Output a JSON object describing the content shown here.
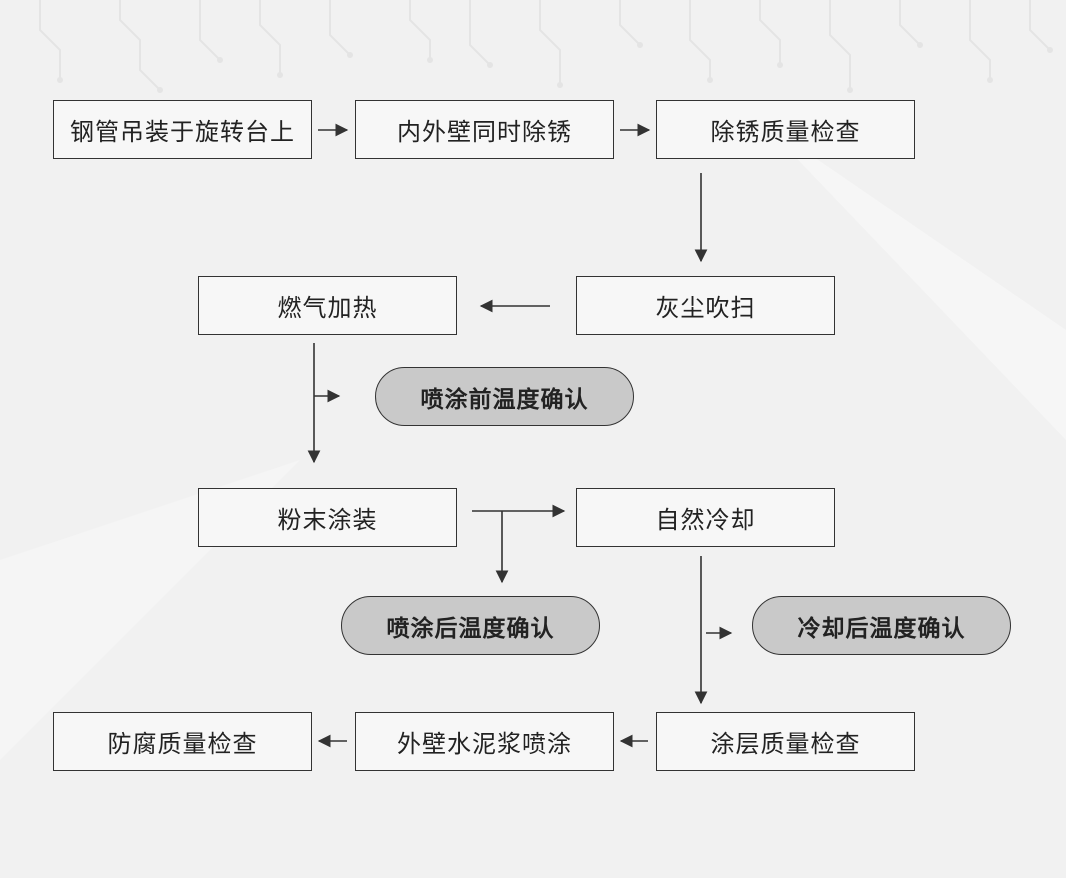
{
  "diagram": {
    "steps": {
      "hoist": "钢管吊装于旋转台上",
      "derust": "内外壁同时除锈",
      "derust_check": "除锈质量检查",
      "dust_blow": "灰尘吹扫",
      "gas_heat": "燃气加热",
      "powder_coat": "粉末涂装",
      "natural_cool": "自然冷却",
      "coating_check": "涂层质量检查",
      "cement_spray": "外壁水泥浆喷涂",
      "anticorrosion_check": "防腐质量检查"
    },
    "checks": {
      "pre_spray_temp": "喷涂前温度确认",
      "post_spray_temp": "喷涂后温度确认",
      "post_cool_temp": "冷却后温度确认"
    }
  },
  "colors": {
    "background": "#f1f1f1",
    "box_border": "#333333",
    "box_fill": "#f7f7f7",
    "pill_fill": "#c9c9c9",
    "arrow": "#333333"
  }
}
